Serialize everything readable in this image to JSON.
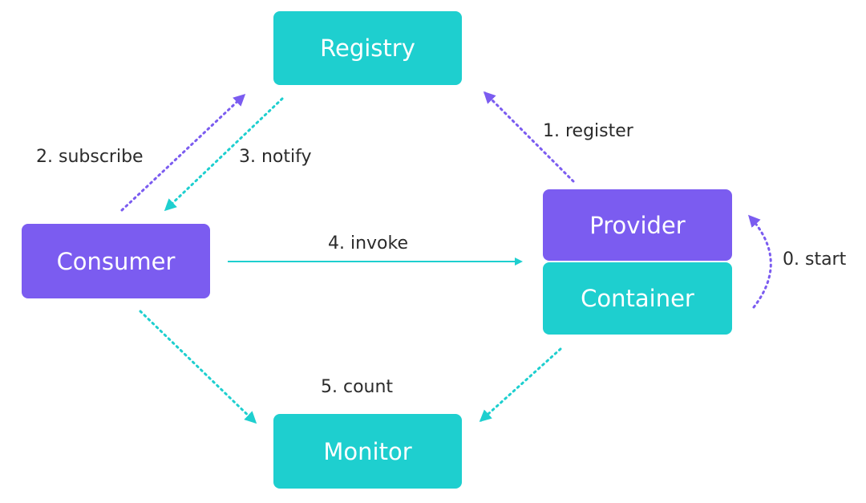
{
  "colors": {
    "teal": "#1ecfcf",
    "purple": "#7b5cf0",
    "label_text": "#2b2b2b"
  },
  "nodes": {
    "registry": {
      "label": "Registry",
      "color": "#1ecfcf"
    },
    "consumer": {
      "label": "Consumer",
      "color": "#7b5cf0"
    },
    "provider": {
      "label": "Provider",
      "color": "#7b5cf0"
    },
    "container": {
      "label": "Container",
      "color": "#1ecfcf"
    },
    "monitor": {
      "label": "Monitor",
      "color": "#1ecfcf"
    }
  },
  "edges": {
    "start": {
      "label": "0. start",
      "style": "dotted",
      "color": "#7b5cf0"
    },
    "register": {
      "label": "1. register",
      "style": "dotted",
      "color": "#7b5cf0"
    },
    "subscribe": {
      "label": "2. subscribe",
      "style": "dotted",
      "color": "#7b5cf0"
    },
    "notify": {
      "label": "3. notify",
      "style": "dotted",
      "color": "#1ecfcf"
    },
    "invoke": {
      "label": "4. invoke",
      "style": "solid",
      "color": "#1ecfcf"
    },
    "count": {
      "label": "5. count",
      "style": "dotted",
      "color": "#1ecfcf"
    }
  }
}
